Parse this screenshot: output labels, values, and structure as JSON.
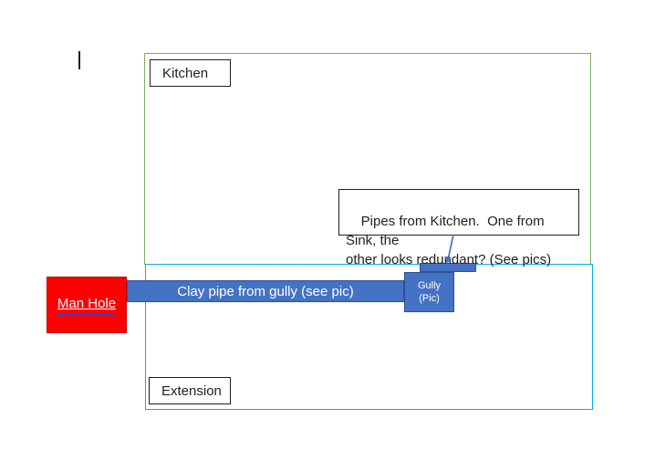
{
  "cursor": {
    "name": "text-caret"
  },
  "kitchen": {
    "label": "Kitchen"
  },
  "extension": {
    "label": "Extension"
  },
  "annotation": {
    "text": "Pipes from Kitchen.  One from Sink, the\nother looks redundant? (See pics)"
  },
  "manhole": {
    "label": "Man Hole"
  },
  "pipe": {
    "label": "Clay pipe from gully (see pic)"
  },
  "gully": {
    "label": "Gully\n(Pic)"
  },
  "colors": {
    "green_border": "#7CB15C",
    "cyan_border": "#00B0F0",
    "shape_blue": "#4472C4",
    "shape_blue_border": "#2F528F",
    "manhole_fill": "#FF0000",
    "manhole_border": "#C00000",
    "manhole_underline": "#3F3FD3",
    "arrow_blue": "#4472C4",
    "outline_black": "#1F1F1F"
  }
}
